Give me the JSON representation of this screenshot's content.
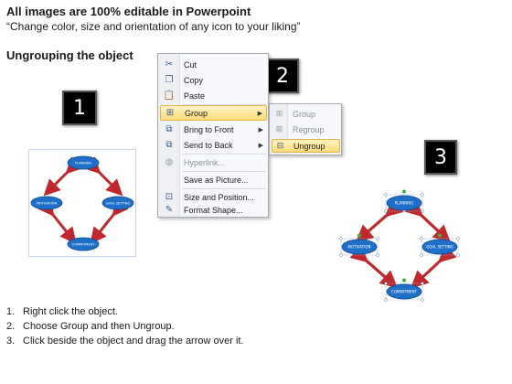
{
  "header": {
    "title": "All images are 100% editable in Powerpoint",
    "subtitle": "“Change color, size and orientation of any icon to your liking”"
  },
  "section_title": "Ungrouping the object",
  "steps": [
    "1",
    "2",
    "3"
  ],
  "diagram_left": {
    "nodes": [
      "PLANNING",
      "MOTIVATION",
      "GOAL SETTING",
      "COMMITMENT"
    ],
    "colors": {
      "node": "#1f6fc8",
      "arrow": "#c0282d",
      "frame": "#c9d6e6"
    }
  },
  "diagram_right": {
    "nodes": [
      "PLANNING",
      "MOTIVATION",
      "GOAL SETTING",
      "COMMITMENT"
    ],
    "colors": {
      "node": "#1f6fc8",
      "arrow": "#c0282d",
      "handle": "#3cb043"
    }
  },
  "context_menu": {
    "items": [
      {
        "label": "Cut",
        "icon": "scissors-icon"
      },
      {
        "label": "Copy",
        "icon": "copy-icon"
      },
      {
        "label": "Paste",
        "icon": "paste-icon"
      },
      {
        "label": "Group",
        "icon": "group-icon",
        "submenu": true,
        "highlighted": true
      },
      {
        "label": "Bring to Front",
        "icon": "bring-to-front-icon",
        "submenu": true
      },
      {
        "label": "Send to Back",
        "icon": "send-to-back-icon",
        "submenu": true
      },
      {
        "label": "Hyperlink...",
        "icon": "hyperlink-icon",
        "disabled": true
      },
      {
        "label": "Save as Picture...",
        "icon": ""
      },
      {
        "label": "Size and Position...",
        "icon": "size-position-icon"
      },
      {
        "label": "Format Shape...",
        "icon": "format-shape-icon"
      }
    ],
    "submenu": [
      {
        "label": "Group",
        "icon": "group-icon",
        "disabled": true
      },
      {
        "label": "Regroup",
        "icon": "regroup-icon",
        "disabled": true
      },
      {
        "label": "Ungroup",
        "icon": "ungroup-icon",
        "highlighted": true
      }
    ]
  },
  "instructions": [
    {
      "num": "1.",
      "text": "Right click the object."
    },
    {
      "num": "2.",
      "text": "Choose Group and then Ungroup."
    },
    {
      "num": "3.",
      "text": "Click beside the object and drag the arrow over it."
    }
  ]
}
